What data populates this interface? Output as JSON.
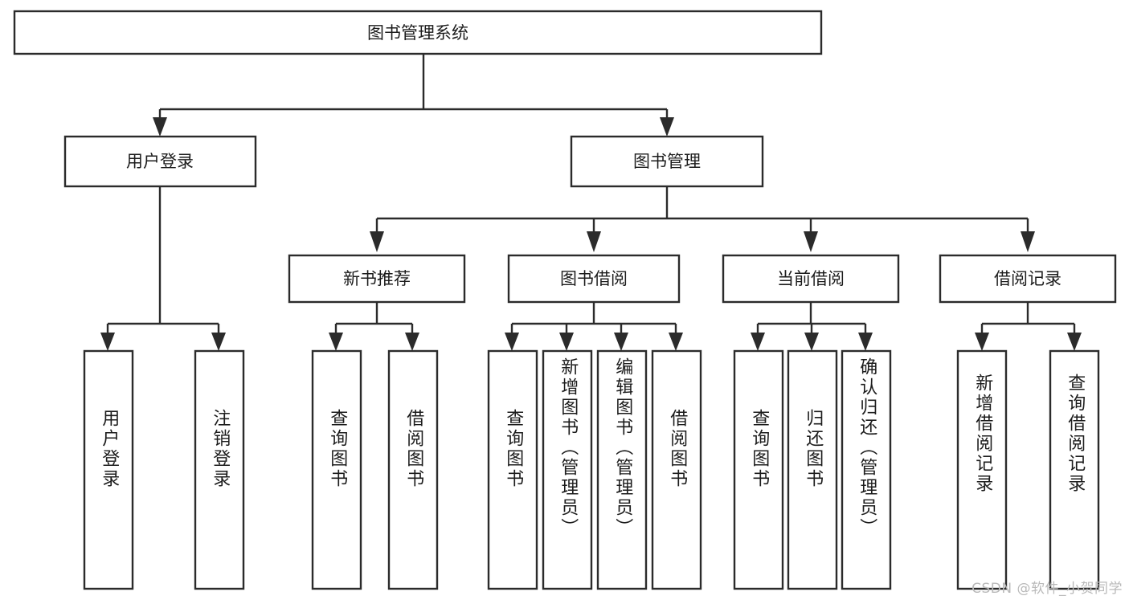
{
  "diagram": {
    "title": "图书管理系统",
    "type": "hierarchy-tree",
    "watermark": "CSDN @软件_小贺同学",
    "colors": {
      "stroke": "#2b2b2b",
      "fill": "#ffffff",
      "text": "#1c1c1c",
      "watermark": "#b9b9b9",
      "background": "#ffffff"
    },
    "levels": [
      {
        "level": 1,
        "nodes": [
          {
            "id": "root",
            "label": "图书管理系统",
            "orientation": "horizontal"
          }
        ]
      },
      {
        "level": 2,
        "nodes": [
          {
            "id": "user-login",
            "label": "用户登录",
            "orientation": "horizontal",
            "parent": "root"
          },
          {
            "id": "book-manage",
            "label": "图书管理",
            "orientation": "horizontal",
            "parent": "root"
          }
        ]
      },
      {
        "level": 3,
        "nodes": [
          {
            "id": "new-book-rec",
            "label": "新书推荐",
            "orientation": "horizontal",
            "parent": "book-manage"
          },
          {
            "id": "book-borrow",
            "label": "图书借阅",
            "orientation": "horizontal",
            "parent": "book-manage"
          },
          {
            "id": "current-borrow",
            "label": "当前借阅",
            "orientation": "horizontal",
            "parent": "book-manage"
          },
          {
            "id": "borrow-record",
            "label": "借阅记录",
            "orientation": "horizontal",
            "parent": "book-manage"
          }
        ]
      },
      {
        "level": 4,
        "nodes": [
          {
            "id": "leaf-user-login",
            "label": "用户登录",
            "orientation": "vertical",
            "parent": "user-login"
          },
          {
            "id": "leaf-logout-login",
            "label": "注销登录",
            "orientation": "vertical",
            "parent": "user-login"
          },
          {
            "id": "leaf-query-book-1",
            "label": "查询图书",
            "orientation": "vertical",
            "parent": "new-book-rec"
          },
          {
            "id": "leaf-borrow-book-1",
            "label": "借阅图书",
            "orientation": "vertical",
            "parent": "new-book-rec"
          },
          {
            "id": "leaf-query-book-2",
            "label": "查询图书",
            "orientation": "vertical",
            "parent": "book-borrow"
          },
          {
            "id": "leaf-add-book",
            "label": "新增图书（管理员）",
            "orientation": "vertical",
            "parent": "book-borrow"
          },
          {
            "id": "leaf-edit-book",
            "label": "编辑图书（管理员）",
            "orientation": "vertical",
            "parent": "book-borrow"
          },
          {
            "id": "leaf-borrow-book-2",
            "label": "借阅图书",
            "orientation": "vertical",
            "parent": "book-borrow"
          },
          {
            "id": "leaf-query-book-3",
            "label": "查询图书",
            "orientation": "vertical",
            "parent": "current-borrow"
          },
          {
            "id": "leaf-return-book",
            "label": "归还图书",
            "orientation": "vertical",
            "parent": "current-borrow"
          },
          {
            "id": "leaf-confirm-return",
            "label": "确认归还（管理员）",
            "orientation": "vertical",
            "parent": "current-borrow"
          },
          {
            "id": "leaf-add-record",
            "label": "新增借阅记录",
            "orientation": "vertical",
            "parent": "borrow-record"
          },
          {
            "id": "leaf-query-record",
            "label": "查询借阅记录",
            "orientation": "vertical",
            "parent": "borrow-record"
          }
        ]
      }
    ],
    "edges": [
      {
        "from": "root",
        "to": "user-login"
      },
      {
        "from": "root",
        "to": "book-manage"
      },
      {
        "from": "book-manage",
        "to": "new-book-rec"
      },
      {
        "from": "book-manage",
        "to": "book-borrow"
      },
      {
        "from": "book-manage",
        "to": "current-borrow"
      },
      {
        "from": "book-manage",
        "to": "borrow-record"
      },
      {
        "from": "user-login",
        "to": "leaf-user-login"
      },
      {
        "from": "user-login",
        "to": "leaf-logout-login"
      },
      {
        "from": "new-book-rec",
        "to": "leaf-query-book-1"
      },
      {
        "from": "new-book-rec",
        "to": "leaf-borrow-book-1"
      },
      {
        "from": "book-borrow",
        "to": "leaf-query-book-2"
      },
      {
        "from": "book-borrow",
        "to": "leaf-add-book"
      },
      {
        "from": "book-borrow",
        "to": "leaf-edit-book"
      },
      {
        "from": "book-borrow",
        "to": "leaf-borrow-book-2"
      },
      {
        "from": "current-borrow",
        "to": "leaf-query-book-3"
      },
      {
        "from": "current-borrow",
        "to": "leaf-return-book"
      },
      {
        "from": "current-borrow",
        "to": "leaf-confirm-return"
      },
      {
        "from": "borrow-record",
        "to": "leaf-add-record"
      },
      {
        "from": "borrow-record",
        "to": "leaf-query-record"
      }
    ]
  }
}
